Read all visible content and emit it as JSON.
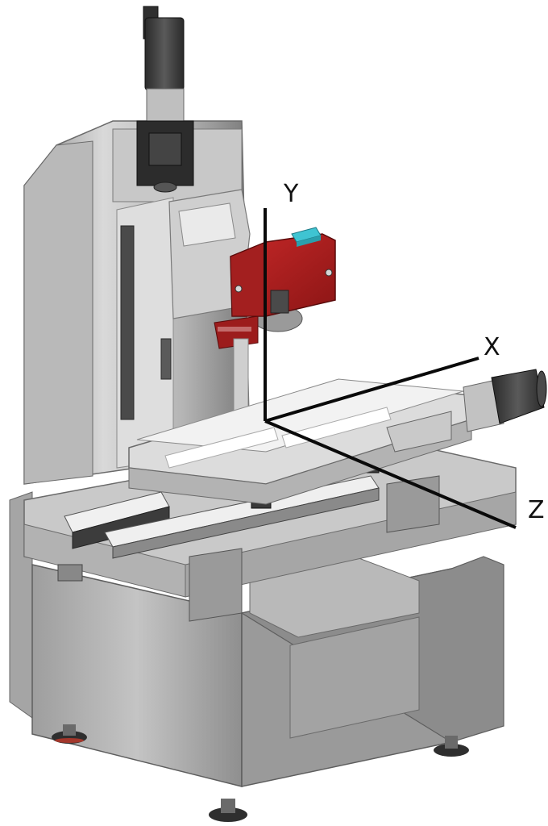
{
  "axes": {
    "y": {
      "label": "Y"
    },
    "x": {
      "label": "X"
    },
    "z": {
      "label": "Z"
    }
  },
  "colors": {
    "background": "#ffffff",
    "frame_light": "#d6d6d6",
    "frame_mid": "#a9a9a9",
    "frame_dark": "#6e6e6e",
    "motor_dark": "#3a3a3a",
    "spindle_red": "#b31d1d",
    "spindle_red_dark": "#7e1010",
    "teal_cap": "#3fc4d2",
    "axis_line": "#0a0a0a",
    "foot_red": "#c0392b"
  },
  "icons": [
    "y-axis-arrow",
    "x-axis-arrow",
    "z-axis-arrow"
  ]
}
